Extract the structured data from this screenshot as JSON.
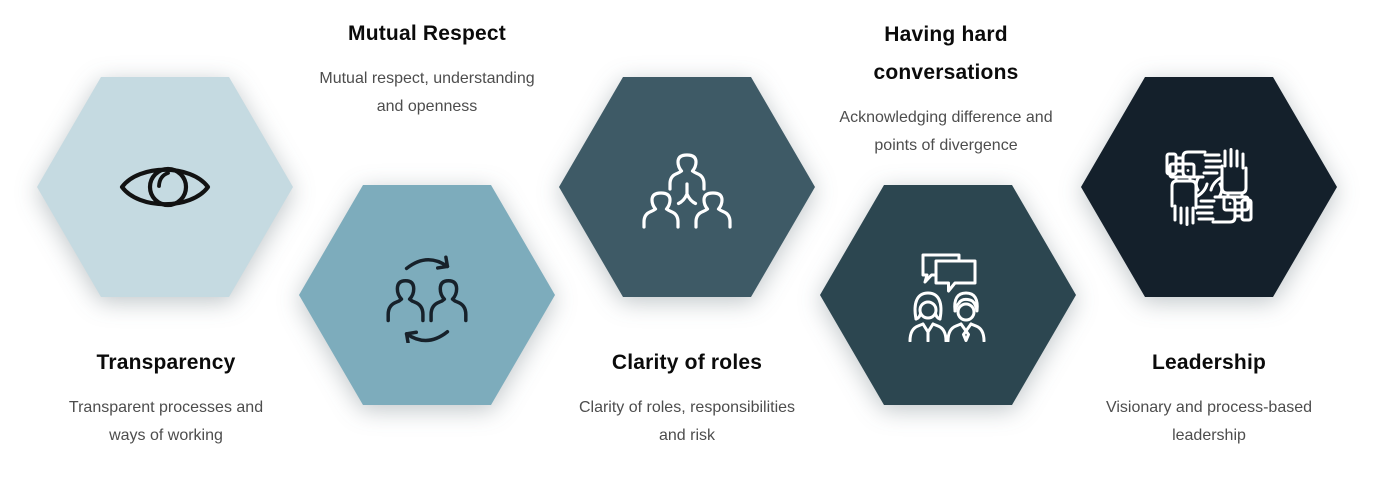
{
  "page": {
    "background": "#ffffff",
    "title_color": "#0b0b0b",
    "description_color": "#4d4d4d"
  },
  "diagram": {
    "items": [
      {
        "name": "transparency",
        "title_line1": "Transparency",
        "title_line2": "",
        "description_line1": "Transparent processes and",
        "description_line2": "ways of working",
        "hex_color": "#c5dae1",
        "icon": "eye-icon",
        "icon_color": "#121212",
        "text_position": "below"
      },
      {
        "name": "mutual-respect",
        "title_line1": "Mutual Respect",
        "title_line2": "",
        "description_line1": "Mutual respect, understanding",
        "description_line2": "and openness",
        "hex_color": "#7dacbc",
        "icon": "people-exchange-icon",
        "icon_color": "#17212a",
        "text_position": "above"
      },
      {
        "name": "clarity-of-roles",
        "title_line1": "Clarity of roles",
        "title_line2": "",
        "description_line1": "Clarity of roles, responsibilities",
        "description_line2": "and risk",
        "hex_color": "#3e5a66",
        "icon": "team-hierarchy-icon",
        "icon_color": "#ffffff",
        "text_position": "below"
      },
      {
        "name": "having-hard-conversations",
        "title_line1": "Having hard",
        "title_line2": "conversations",
        "description_line1": "Acknowledging difference and",
        "description_line2": "points of divergence",
        "hex_color": "#2c4650",
        "icon": "conversation-icon",
        "icon_color": "#ffffff",
        "text_position": "above"
      },
      {
        "name": "leadership",
        "title_line1": "Leadership",
        "title_line2": "",
        "description_line1": "Visionary and process-based",
        "description_line2": "leadership",
        "hex_color": "#14202b",
        "icon": "united-hands-icon",
        "icon_color": "#ffffff",
        "text_position": "below"
      }
    ]
  }
}
